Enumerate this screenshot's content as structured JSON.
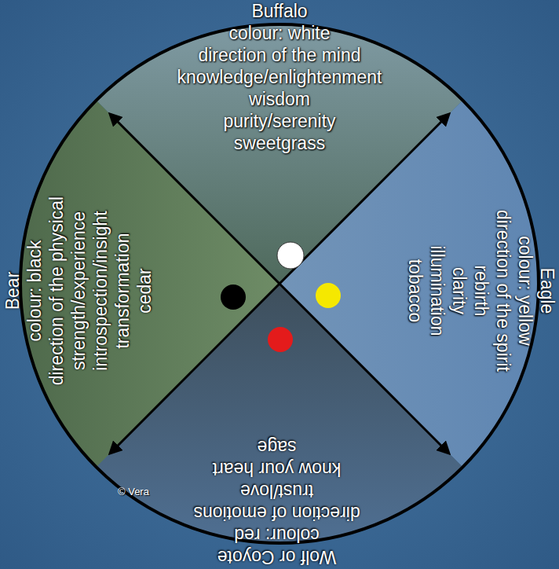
{
  "diagram": {
    "nodes": [
      {
        "text": [
          "Buffalo",
          "colour: white",
          "direction of the mind",
          "knowledge/enlightenment",
          "wisdom",
          "purity/serenity",
          "sweetgrass"
        ]
      },
      {
        "text": [
          "Bear",
          "colour: black",
          "direction of the physical",
          "strength/experience",
          "introspection/insight",
          "transformation",
          "cedar"
        ]
      },
      {
        "text": [
          "Eagle",
          "colour: yellow",
          "direction of the spirit",
          "rebirth",
          "clarity",
          "illumination",
          "tobacco"
        ]
      },
      {
        "text": [
          "Wolf or Coyote",
          "colour: red",
          "direction of emotions",
          "trust/love",
          "know your heart",
          "sage"
        ]
      }
    ],
    "labels": [
      "© Vera"
    ]
  }
}
